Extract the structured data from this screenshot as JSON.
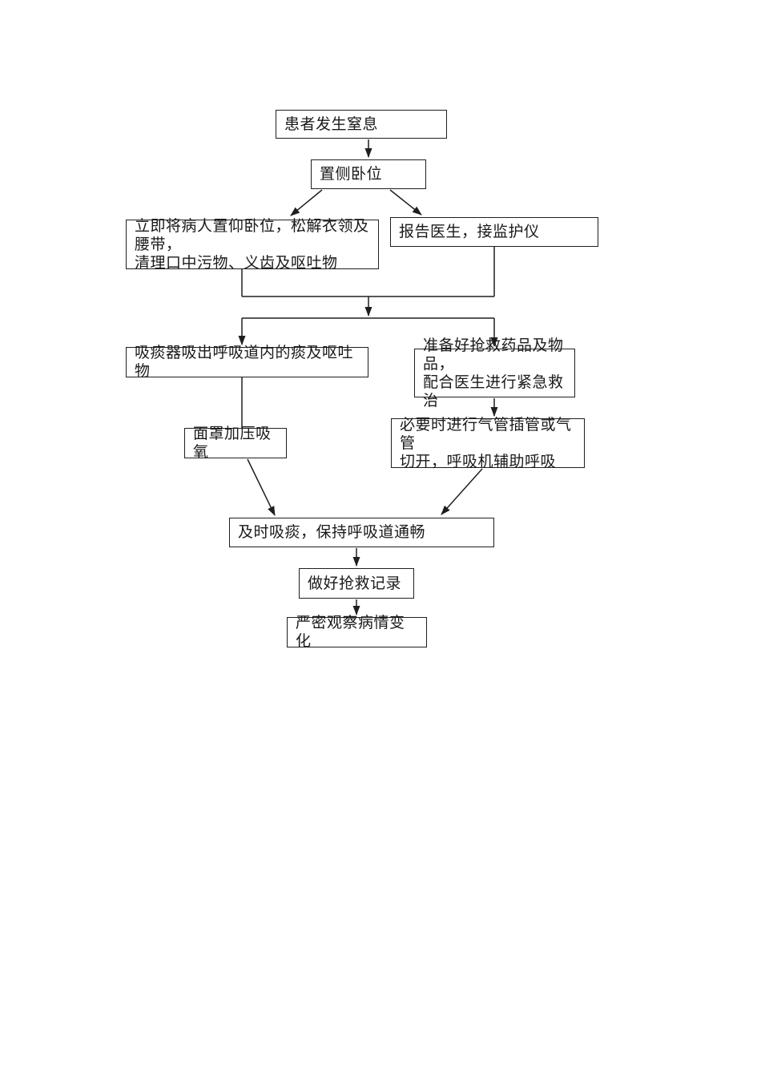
{
  "page": {
    "background_color": "#ffffff",
    "line_color": "#1f1f1f",
    "text_color": "#1a1a1a"
  },
  "flowchart": {
    "description": "Emergency nursing flowchart for patient asphyxiation",
    "nodes": {
      "asphyxia": {
        "label": "患者发生窒息"
      },
      "lateral": {
        "label": "置侧卧位"
      },
      "supine": {
        "label": "立即将病人置仰卧位，松解衣领及腰带，\n清理口中污物、义齿及呕吐物"
      },
      "report": {
        "label": "报告医生，接监护仪"
      },
      "suction": {
        "label": "吸痰器吸出呼吸道内的痰及呕吐物"
      },
      "prepare": {
        "label": "准备好抢救药品及物品，\n配合医生进行紧急救治"
      },
      "mask": {
        "label": "面罩加压吸氧"
      },
      "intubation": {
        "label": "必要时进行气管插管或气管\n切开，呼吸机辅助呼吸"
      },
      "airway": {
        "label": "及时吸痰，保持呼吸道通畅"
      },
      "record": {
        "label": "做好抢救记录"
      },
      "observe": {
        "label": "严密观察病情变化"
      }
    },
    "edges": [
      {
        "from": "asphyxia",
        "to": "lateral",
        "arrow": true
      },
      {
        "from": "lateral",
        "to": "supine",
        "arrow": true
      },
      {
        "from": "lateral",
        "to": "report",
        "arrow": true
      },
      {
        "from": "supine",
        "to": "junction",
        "arrow": true
      },
      {
        "from": "report",
        "to": "junction",
        "arrow": true
      },
      {
        "from": "junction",
        "to": "suction",
        "arrow": true
      },
      {
        "from": "junction",
        "to": "prepare",
        "arrow": true
      },
      {
        "from": "suction",
        "to": "mask",
        "arrow": false
      },
      {
        "from": "prepare",
        "to": "intubation",
        "arrow": true
      },
      {
        "from": "mask",
        "to": "airway",
        "arrow": true
      },
      {
        "from": "intubation",
        "to": "airway",
        "arrow": true
      },
      {
        "from": "airway",
        "to": "record",
        "arrow": true
      },
      {
        "from": "record",
        "to": "observe",
        "arrow": true
      }
    ]
  }
}
